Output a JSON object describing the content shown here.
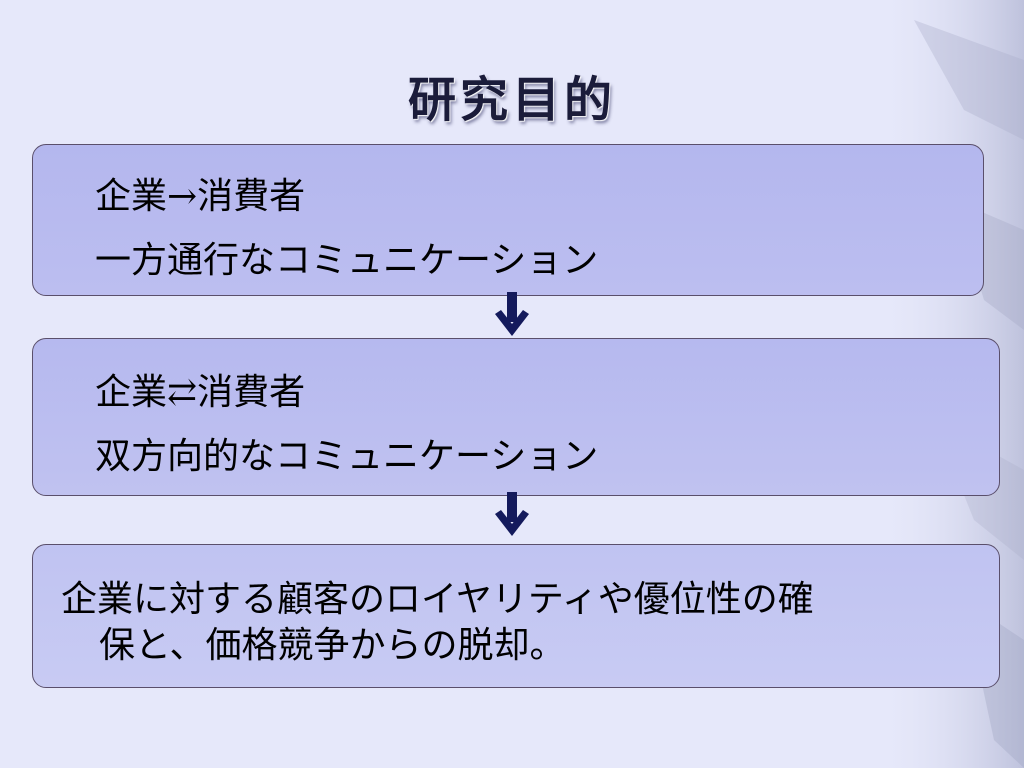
{
  "title": "研究目的",
  "boxes": [
    {
      "line1": "企業→消費者",
      "line2": "一方通行なコミュニケーション"
    },
    {
      "line1": "企業⇄消費者",
      "line2": "双方向的なコミュニケーション"
    },
    {
      "line1": "企業に対する顧客のロイヤリティや優位性の確",
      "line2": "保と、価格競争からの脱却。"
    }
  ],
  "icons": {
    "flow_arrow": "arrow-down-icon"
  },
  "colors": {
    "background": "#e6e8fa",
    "box_fill": "#b8bbef",
    "box_border": "#5a4f6b",
    "arrow": "#141a5c"
  }
}
